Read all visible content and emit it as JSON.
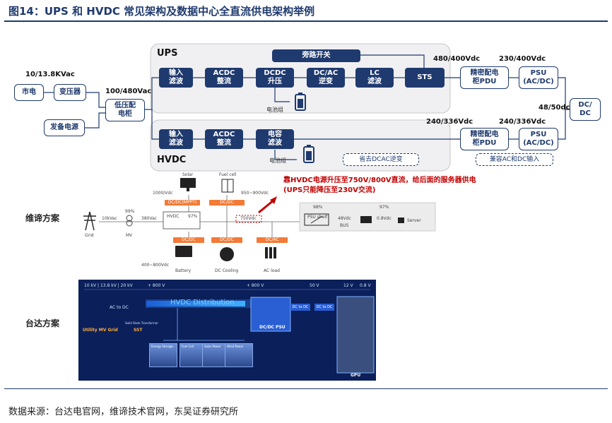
{
  "figure": {
    "title": "图14：UPS 和 HVDC 常见架构及数据中心全直流供电架构举例",
    "source": "数据来源：台达电官网，维谛技术官网，东吴证券研究所"
  },
  "diagram": {
    "inputs": {
      "voltage_top": "10/13.8KVac",
      "voltage_mid": "100/480Vac",
      "grid": "市电",
      "transformer": "变压器",
      "backup": "发备电源",
      "lv_cabinet": "低压配\n电柜"
    },
    "ups": {
      "title": "UPS",
      "bypass": "旁路开关",
      "stages": [
        "输入\n滤波",
        "ACDC\n整流",
        "DCDC\n升压",
        "DC/AC\n逆变",
        "LC\n滤波",
        "STS"
      ],
      "battery_label": "电池组",
      "voltage_out": "480/400Vdc",
      "voltage_psu": "230/400Vdc",
      "pdu": "精密配电\n柜PDU",
      "psu": "PSU\n(AC/DC)"
    },
    "hvdc": {
      "title": "HVDC",
      "stages": [
        "输入\n滤波",
        "ACDC\n整流",
        "电容\n滤波"
      ],
      "battery_label": "电池组",
      "voltage_out": "240/336Vdc",
      "voltage_psu": "240/336Vdc",
      "pdu": "精密配电\n柜PDU",
      "psu": "PSU\n(AC/DC)",
      "note_no_inverter": "省去DCAC逆变",
      "note_compat": "兼容AC和DC输入"
    },
    "dcdc": {
      "label": "DC/\nDC",
      "voltage": "48/50dc"
    }
  },
  "vertiv": {
    "section": "维谛方案",
    "note": "靠HVDC电源升压至750V/800V直流，给后面的服务器供电\n(UPS只能降压至230V交流)",
    "labels": {
      "solar": "Solar",
      "fuel_cell": "Fuel cell",
      "v1000": "1000/Vdc",
      "v950": "950~900Vdc",
      "dcdc_mppt": "DC/DC(MPPT)",
      "dcdc": "DC/DC",
      "hvdc": "HVDC",
      "eff97": "97%",
      "v750": "750Vdc",
      "grid": "Grid",
      "v10k": "10kVac",
      "eff99": "99%",
      "mv": "MV",
      "v380": "380Vac",
      "dcdc_b": "DC/DC",
      "dcdc_c": "DC/DC",
      "dcac": "DC/AC",
      "battery": "Battery",
      "v400": "400~800Vdc",
      "dc_cooling": "DC Cooling",
      "ac_load": "AC load",
      "psu_shelf": "PSU shelf",
      "eff98": "98%",
      "v48": "48Vdc",
      "bus": "BUS",
      "eff97b": "97%",
      "v08": "0.8Vdc",
      "server": "Server"
    }
  },
  "delta": {
    "section": "台达方案",
    "labels": {
      "top_v1": "10 kV | 13.8 kV | 20 kV",
      "top_v2": "+ 800 V",
      "top_v3": "+ 800 V",
      "top_v4": "50 V",
      "top_v5": "12 V",
      "top_v6": "0.8 V",
      "ac_to_dc": "AC to DC",
      "hvdc_dist": "HVDC Distribution",
      "grid": "Utility MV Grid",
      "sst": "SST",
      "sst_desc": "Solid State Transformer",
      "psu": "DC/DC PSU",
      "dc_to_dc_1": "DC to DC",
      "dc_to_dc_2": "DC to DC",
      "gpu": "GPU",
      "thumb1": "Energy Storage",
      "thumb2": "Fuel Cell",
      "thumb3": "Solar Power",
      "thumb4": "Wind Power"
    }
  }
}
